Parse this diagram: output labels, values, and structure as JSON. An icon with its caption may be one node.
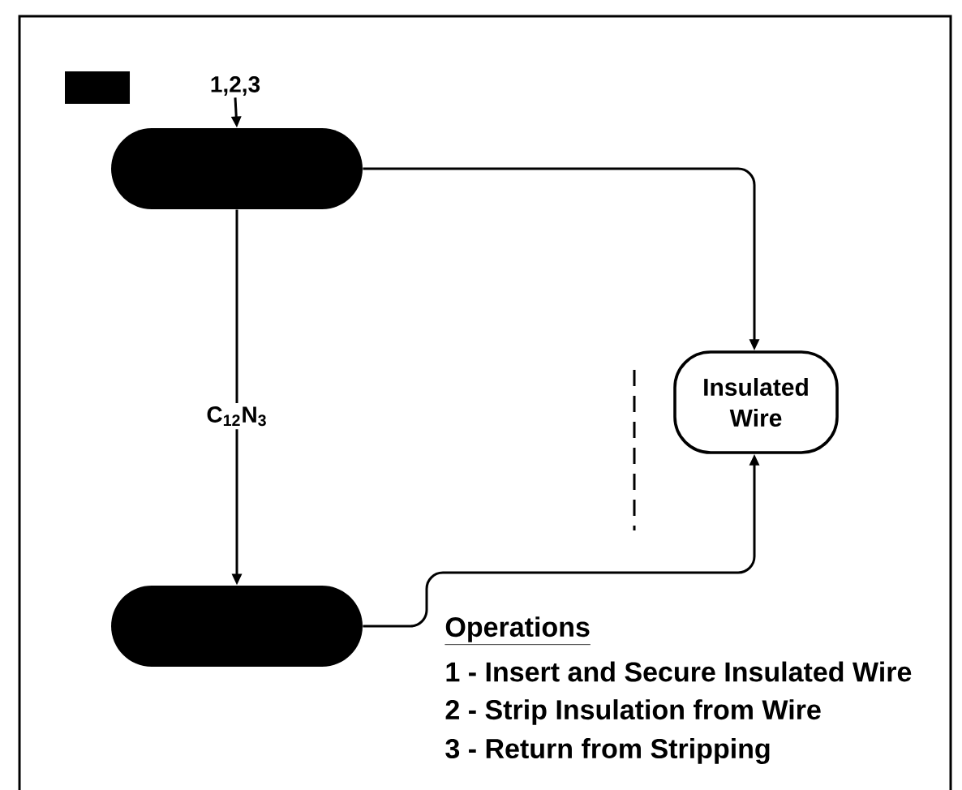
{
  "diagram": {
    "nodes": [
      {
        "text": [
          "1,2,3"
        ]
      },
      {
        "text": [],
        "shape": "box"
      },
      {
        "text": [],
        "shape": "box"
      },
      {
        "text": [
          "Insulated Wire"
        ]
      }
    ],
    "edges": [
      {
        "from": 0,
        "to": 1,
        "arrow": "to"
      },
      {
        "from": 1,
        "to": 2,
        "arrow": "to",
        "label": "C$_{12}$N$_{3}$"
      },
      {
        "from": 1,
        "to": 3,
        "arrow": "to"
      },
      {
        "from": 2,
        "to": 3,
        "arrow": "to"
      }
    ],
    "labels": [
      "Operations",
      "1 - Insert and Secure Insulated Wire",
      "2 - Strip Insulation from Wire",
      "3 - Return from Stripping"
    ]
  }
}
